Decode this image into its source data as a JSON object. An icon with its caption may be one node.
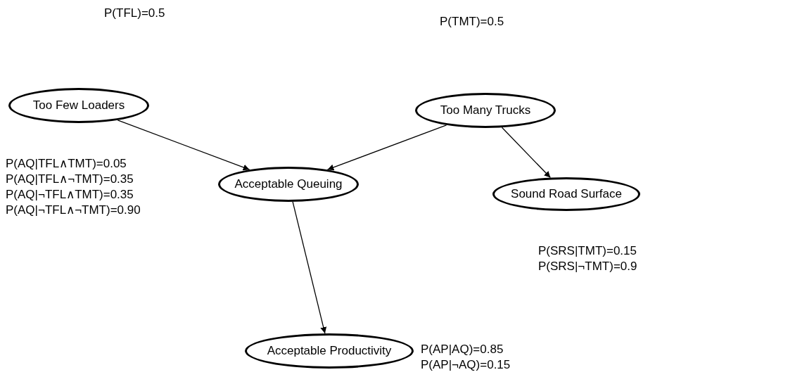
{
  "diagram": {
    "nodes": [
      {
        "text": [
          "Too Few Loaders"
        ]
      },
      {
        "text": [
          "Too Many Trucks"
        ]
      },
      {
        "text": [
          "Acceptable Queuing"
        ],
        "beside": [
          "P(AQ|TFL∧TMT)=0.05",
          "P(AQ|TFL∧¬TMT)=0.35",
          "P(AQ|¬TFL∧TMT)=0.35",
          "P(AQ|¬TFL∧¬TMT)=0.90"
        ]
      },
      {
        "text": [
          "Sound Road Surface"
        ],
        "beside": [
          "P(SRS|TMT)=0.15",
          "P(SRS|¬TMT)=0.9"
        ]
      },
      {
        "text": [
          "Acceptable Productivity"
        ],
        "beside": [
          "P(AP|AQ)=0.85",
          "P(AP|¬AQ)=0.15"
        ]
      }
    ],
    "edges": [
      {
        "from": 0,
        "to": 2,
        "arrow": "to"
      },
      {
        "from": 1,
        "to": 2,
        "arrow": "to"
      },
      {
        "from": 1,
        "to": 3,
        "arrow": "to"
      },
      {
        "from": 2,
        "to": 4,
        "arrow": "to"
      }
    ],
    "labels": [
      "P(TFL)=0.5",
      "P(TMT)=0.5"
    ]
  }
}
